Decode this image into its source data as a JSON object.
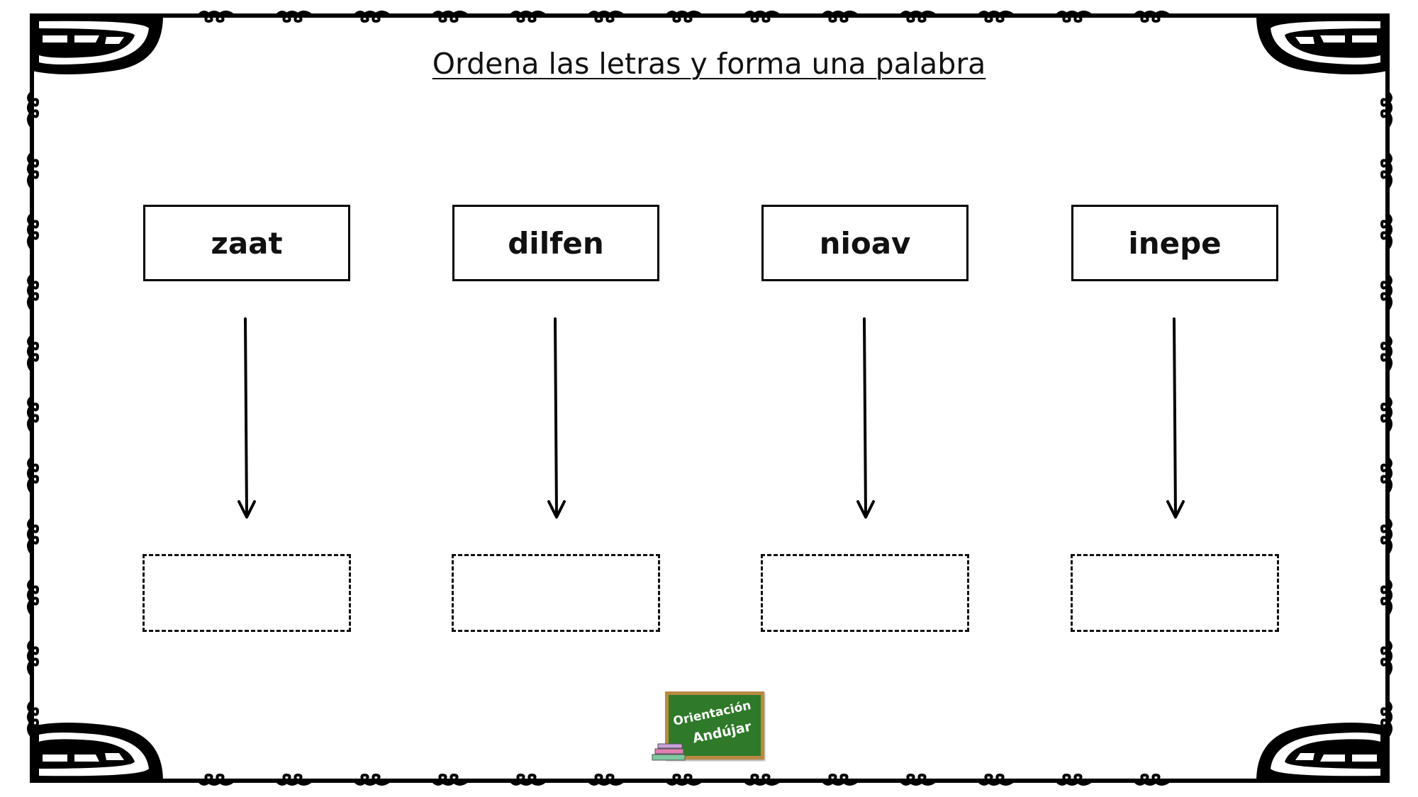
{
  "title": "Ordena  las letras y forma una palabra",
  "words": [
    {
      "letters": "zaat"
    },
    {
      "letters": "dilfen"
    },
    {
      "letters": "nioav"
    },
    {
      "letters": "inepe"
    }
  ],
  "logo": {
    "line1": "Orientación",
    "line2": "Andújar",
    "board_color": "#2f7a2a",
    "frame_color": "#b98a42"
  },
  "icons": {
    "border": "decorative-swirl-border",
    "arrow": "down-arrow-icon",
    "logo": "chalkboard-logo"
  }
}
